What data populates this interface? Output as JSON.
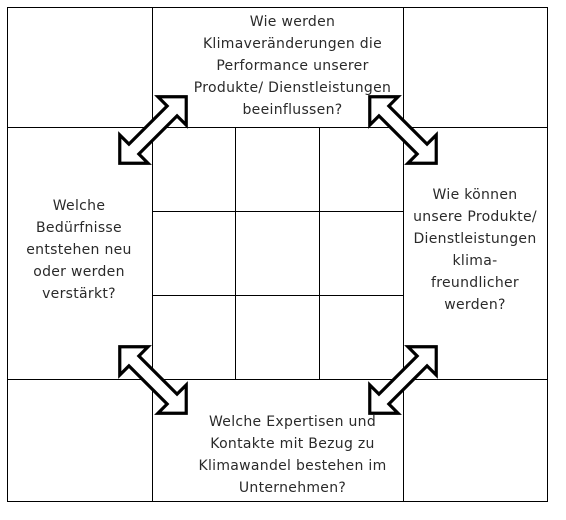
{
  "questions": {
    "top": "Wie werden\nKlimaveränderungen die\nPerformance unserer\nProdukte/ Dienstleistungen\nbeeinflussen?",
    "left": "Welche\nBedürfnisse\nentstehen neu\noder werden\nverstärkt?",
    "right": "Wie können\nunsere Produkte/\nDienstleistungen\nklima-\nfreundlicher\nwerden?",
    "bottom": "Welche Expertisen und\nKontakte mit Bezug zu\nKlimawandel bestehen im\nUnternehmen?"
  },
  "colors": {
    "line": "#000000",
    "text": "#2a2a2a",
    "background": "#ffffff"
  },
  "arrows": [
    "double-arrow-top-left",
    "double-arrow-top-right",
    "double-arrow-bottom-left",
    "double-arrow-bottom-right"
  ]
}
